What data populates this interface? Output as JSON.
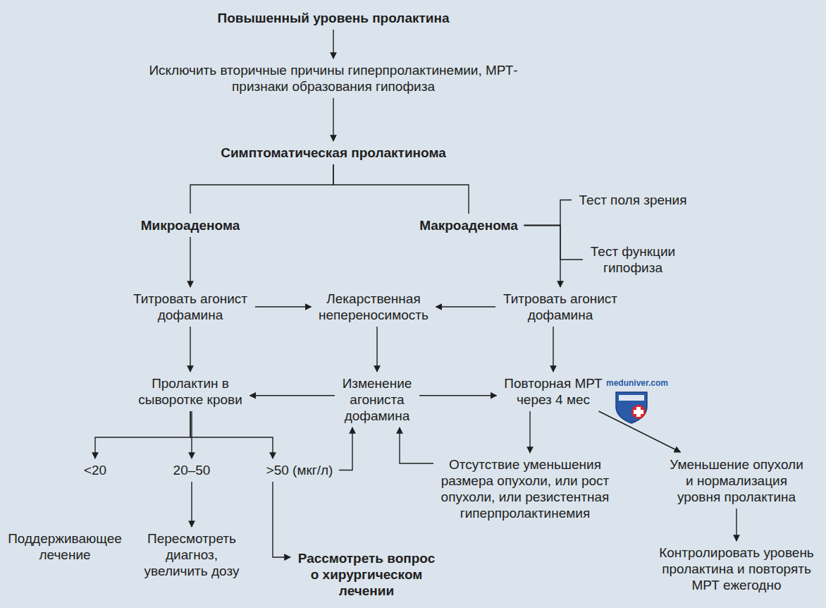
{
  "diagram": {
    "nodes": [
      {
        "text": [
          "Повышенный уровень пролактина"
        ]
      },
      {
        "text": [
          "Исключить вторичные причины гиперпролактинемии, МРТ-признаки образования гипофиза"
        ]
      },
      {
        "text": [
          "Симптоматическая пролактинома"
        ]
      },
      {
        "text": [
          "Микроаденома"
        ]
      },
      {
        "text": [
          "Макроаденома"
        ]
      },
      {
        "text": [
          "Тест поля зрения"
        ]
      },
      {
        "text": [
          "Тест функции гипофиза"
        ]
      },
      {
        "text": [
          "Титровать агонист дофамина"
        ]
      },
      {
        "text": [
          "Лекарственная непереносимость"
        ]
      },
      {
        "text": [
          "Титровать агонист дофамина"
        ]
      },
      {
        "text": [
          "Пролактин в сыворотке крови"
        ]
      },
      {
        "text": [
          "Изменение агониста дофамина"
        ]
      },
      {
        "text": [
          "Повторная МРТ через 4 мес"
        ]
      },
      {
        "text": [
          "<20"
        ]
      },
      {
        "text": [
          "20–50"
        ]
      },
      {
        "text": [
          ">50 (мкг/л)"
        ]
      },
      {
        "text": [
          "Отсутствие уменьшения размера опухоли, или рост опухоли, или резистентная гиперпролактинемия"
        ]
      },
      {
        "text": [
          "Уменьшение опухоли и нормализация уровня пролактина"
        ]
      },
      {
        "text": [
          "Поддерживающее лечение"
        ]
      },
      {
        "text": [
          "Пересмотреть диагноз, увеличить дозу"
        ]
      },
      {
        "text": [
          "Рассмотреть вопрос о хирургическом лечении"
        ]
      },
      {
        "text": [
          "Контролировать уровень пролактина и повторять МРТ ежегодно"
        ]
      }
    ],
    "edges": [
      {
        "from": 0,
        "to": 1,
        "arrow": "to"
      },
      {
        "from": 1,
        "to": 2,
        "arrow": "to"
      },
      {
        "from": 2,
        "to": 3,
        "arrow": "none"
      },
      {
        "from": 2,
        "to": 4,
        "arrow": "none"
      },
      {
        "from": 4,
        "to": 5,
        "arrow": "none"
      },
      {
        "from": 4,
        "to": 6,
        "arrow": "none"
      },
      {
        "from": 4,
        "to": 9,
        "arrow": "to"
      },
      {
        "from": 3,
        "to": 7,
        "arrow": "to"
      },
      {
        "from": 7,
        "to": 8,
        "arrow": "to"
      },
      {
        "from": 9,
        "to": 8,
        "arrow": "to"
      },
      {
        "from": 8,
        "to": 11,
        "arrow": "to"
      },
      {
        "from": 7,
        "to": 10,
        "arrow": "to"
      },
      {
        "from": 9,
        "to": 12,
        "arrow": "to"
      },
      {
        "from": 11,
        "to": 10,
        "arrow": "to"
      },
      {
        "from": 11,
        "to": 12,
        "arrow": "to"
      },
      {
        "from": 10,
        "to": 13,
        "arrow": "to"
      },
      {
        "from": 10,
        "to": 14,
        "arrow": "to"
      },
      {
        "from": 10,
        "to": 15,
        "arrow": "to"
      },
      {
        "from": 14,
        "to": 19,
        "arrow": "to"
      },
      {
        "from": 15,
        "to": 20,
        "arrow": "to"
      },
      {
        "from": 15,
        "to": 11,
        "arrow": "to"
      },
      {
        "from": 16,
        "to": 11,
        "arrow": "to"
      },
      {
        "from": 12,
        "to": 16,
        "arrow": "to"
      },
      {
        "from": 12,
        "to": 17,
        "arrow": "to"
      },
      {
        "from": 17,
        "to": 21,
        "arrow": "to"
      }
    ],
    "labels": [
      "meduniver.com"
    ]
  }
}
